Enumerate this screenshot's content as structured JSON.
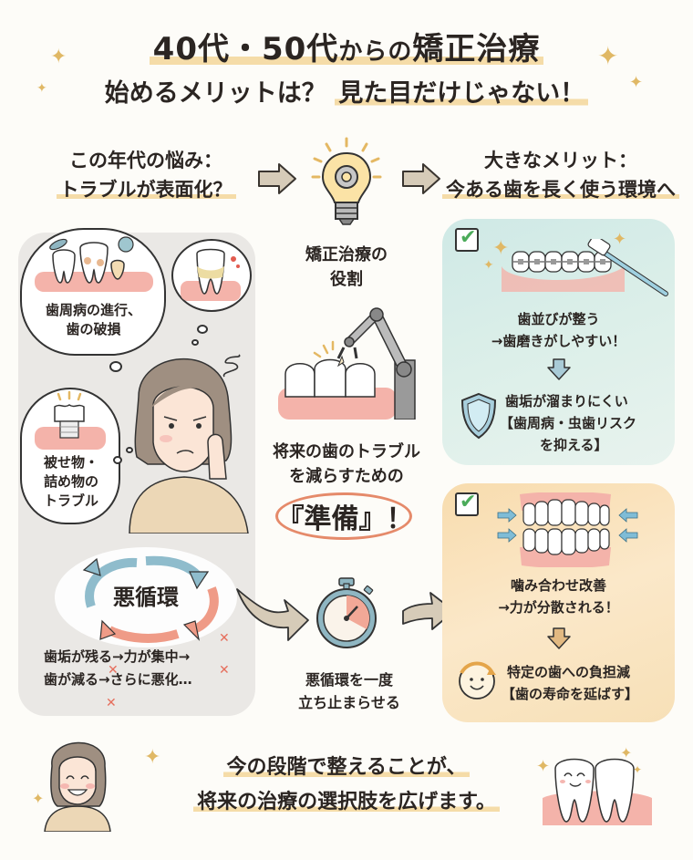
{
  "header": {
    "title_part1": "40代・50代",
    "title_part2": "からの",
    "title_part3": "矯正治療",
    "subtitle_part1": "始めるメリットは？",
    "subtitle_part2": "見た目だけじゃない！"
  },
  "columns": {
    "left_heading_line1": "この年代の悩み：",
    "left_heading_line2": "トラブルが表面化？",
    "right_heading_line1": "大きなメリット：",
    "right_heading_line2": "今ある歯を長く使う環境へ"
  },
  "left_panel": {
    "bubble1_line1": "歯周病の進行、",
    "bubble1_line2": "歯の破損",
    "bubble2_line1": "被せ物・",
    "bubble2_line2": "詰め物の",
    "bubble2_line3": "トラブル",
    "cycle_label": "悪循環",
    "cycle_line1": "歯垢が残る→力が集中→",
    "cycle_line2": "歯が減る→さらに悪化…"
  },
  "middle": {
    "role_line1": "矯正治療の",
    "role_line2": "役割",
    "prep_line1": "将来の歯のトラブル",
    "prep_line2": "を減らすための",
    "prep_emphasis": "『準備』！",
    "stop_line1": "悪循環を一度",
    "stop_line2": "立ち止まらせる"
  },
  "card_blue": {
    "line1": "歯並びが整う",
    "line2": "→歯磨きがしやすい！",
    "result_line1": "歯垢が溜まりにくい",
    "result_line2": "【歯周病・虫歯リスク",
    "result_line3": "を抑える】",
    "color": "#cfe9e6"
  },
  "card_orange": {
    "line1": "噛み合わせ改善",
    "line2": "→力が分散される！",
    "result_line1": "特定の歯への負担減",
    "result_line2": "【歯の寿命を延ばす】",
    "color": "#f8dcae"
  },
  "footer": {
    "line1": "今の段階で整えることが、",
    "line2": "将来の治療の選択肢を広げます。"
  },
  "icons": {
    "sparkle": "✦",
    "check": "✔",
    "cross": "✕"
  },
  "colors": {
    "highlight": "#f5dca8",
    "arrow_fill": "#d6cbb8",
    "gum_pink": "#f2a9a0",
    "accent_orange": "#e58a6a",
    "accent_blue": "#8fbccc"
  }
}
